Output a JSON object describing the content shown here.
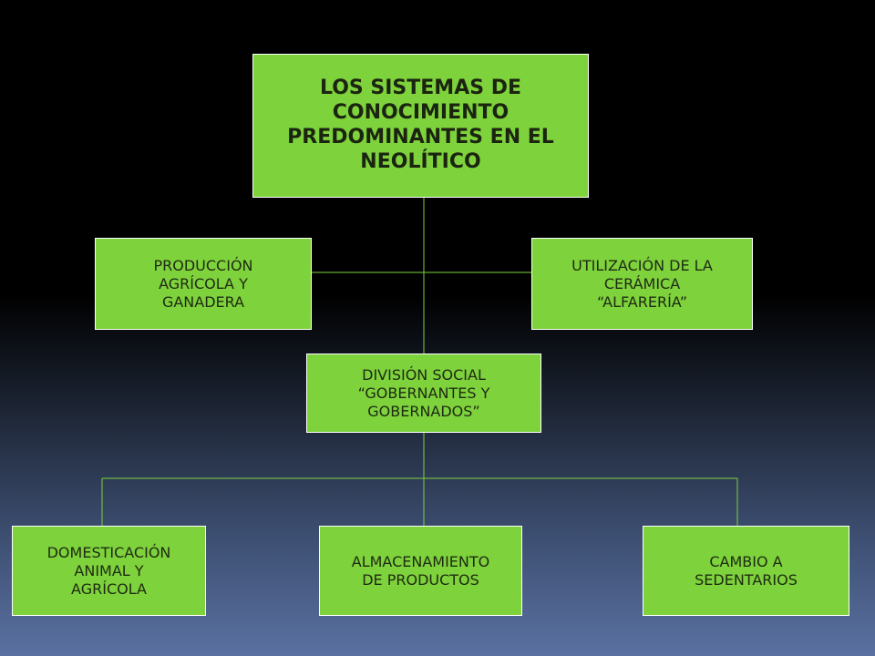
{
  "colors": {
    "node_fill": "#7ed23c",
    "node_border": "#ffffff",
    "connector": "#7ed23c"
  },
  "diagram": {
    "root": "LOS SISTEMAS DE\nCONOCIMIENTO\nPREDOMINANTES EN EL\nNEOLÍTICO",
    "side_left": "PRODUCCIÓN\nAGRÍCOLA Y\nGANADERA",
    "side_right": "UTILIZACIÓN DE LA\nCERÁMICA\n“ALFARERÍA”",
    "middle": "DIVISIÓN SOCIAL\n“GOBERNANTES Y\nGOBERNADOS”",
    "bottom_left": "DOMESTICACIÓN\nANIMAL Y\nAGRÍCOLA",
    "bottom_center": "ALMACENAMIENTO\nDE PRODUCTOS",
    "bottom_right": "CAMBIO A\nSEDENTARIOS"
  }
}
